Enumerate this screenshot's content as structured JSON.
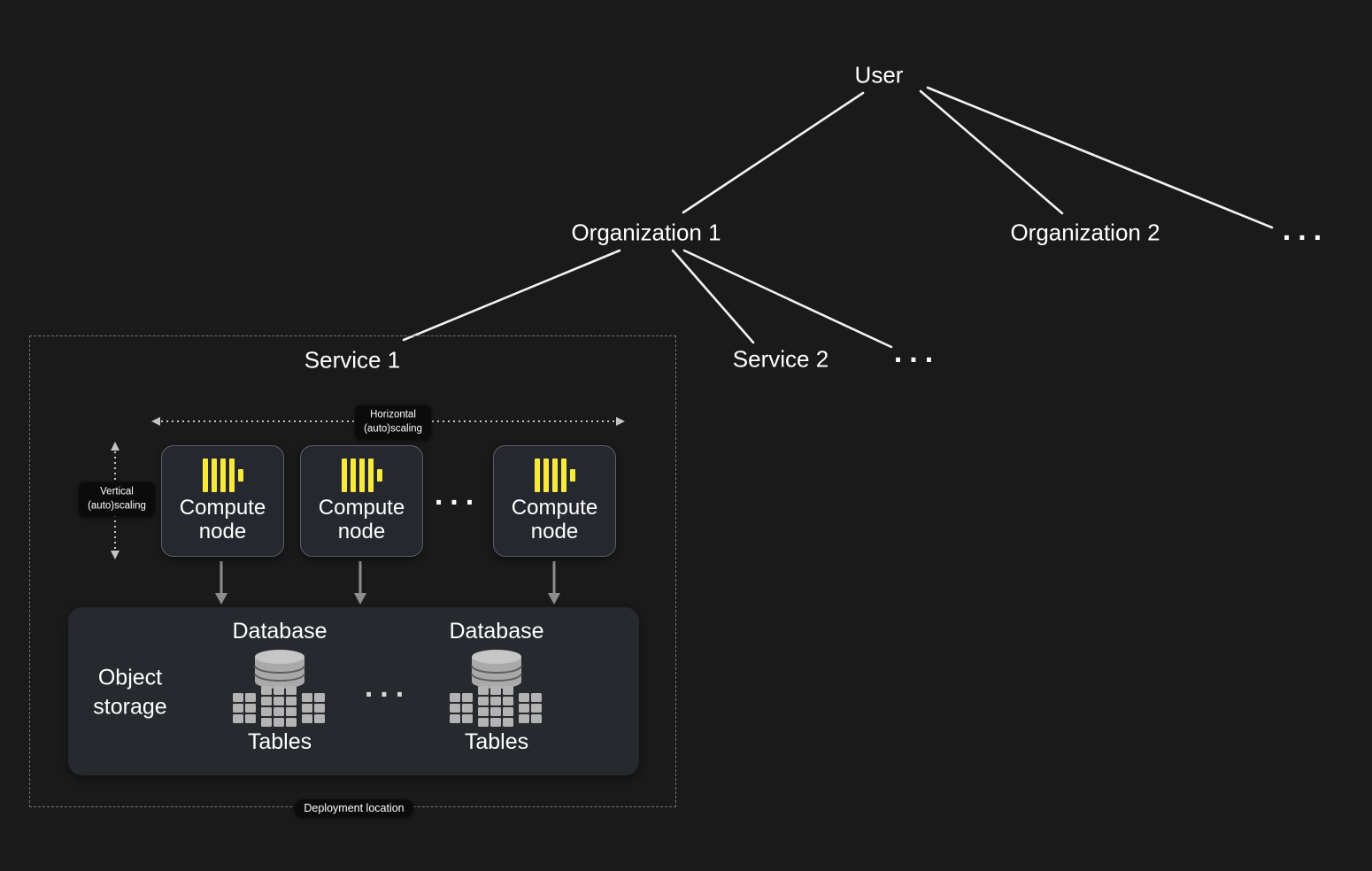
{
  "colors": {
    "background": "#1a1a1a",
    "text": "#ffffff",
    "edge": "#f2f2f2",
    "accent_yellow": "#f8e93c",
    "card_bg": "#25282e",
    "card_border": "#5c6066",
    "storage_bg": "#26292e",
    "badge_bg": "#0b0b0b",
    "gray_arrow": "#8d8d8d",
    "dotted_arrow": "#c4c4c4",
    "icon_gray": "#b3b3b3"
  },
  "tree": {
    "user": "User",
    "organization_1": "Organization 1",
    "organization_2": "Organization 2",
    "more_organizations": "...",
    "service_2": "Service 2",
    "more_services": "..."
  },
  "service": {
    "title": "Service 1",
    "horizontal_scaling": "Horizontal (auto)scaling",
    "vertical_scaling": "Vertical (auto)scaling",
    "compute_nodes": [
      {
        "label": "Compute node"
      },
      {
        "label": "Compute node"
      },
      {
        "label": "Compute node"
      }
    ],
    "more_compute_nodes": "...",
    "deployment_location": "Deployment location"
  },
  "storage": {
    "label": "Object storage",
    "databases": [
      {
        "label": "Database",
        "tables": "Tables"
      },
      {
        "label": "Database",
        "tables": "Tables"
      }
    ],
    "more_databases": "..."
  }
}
